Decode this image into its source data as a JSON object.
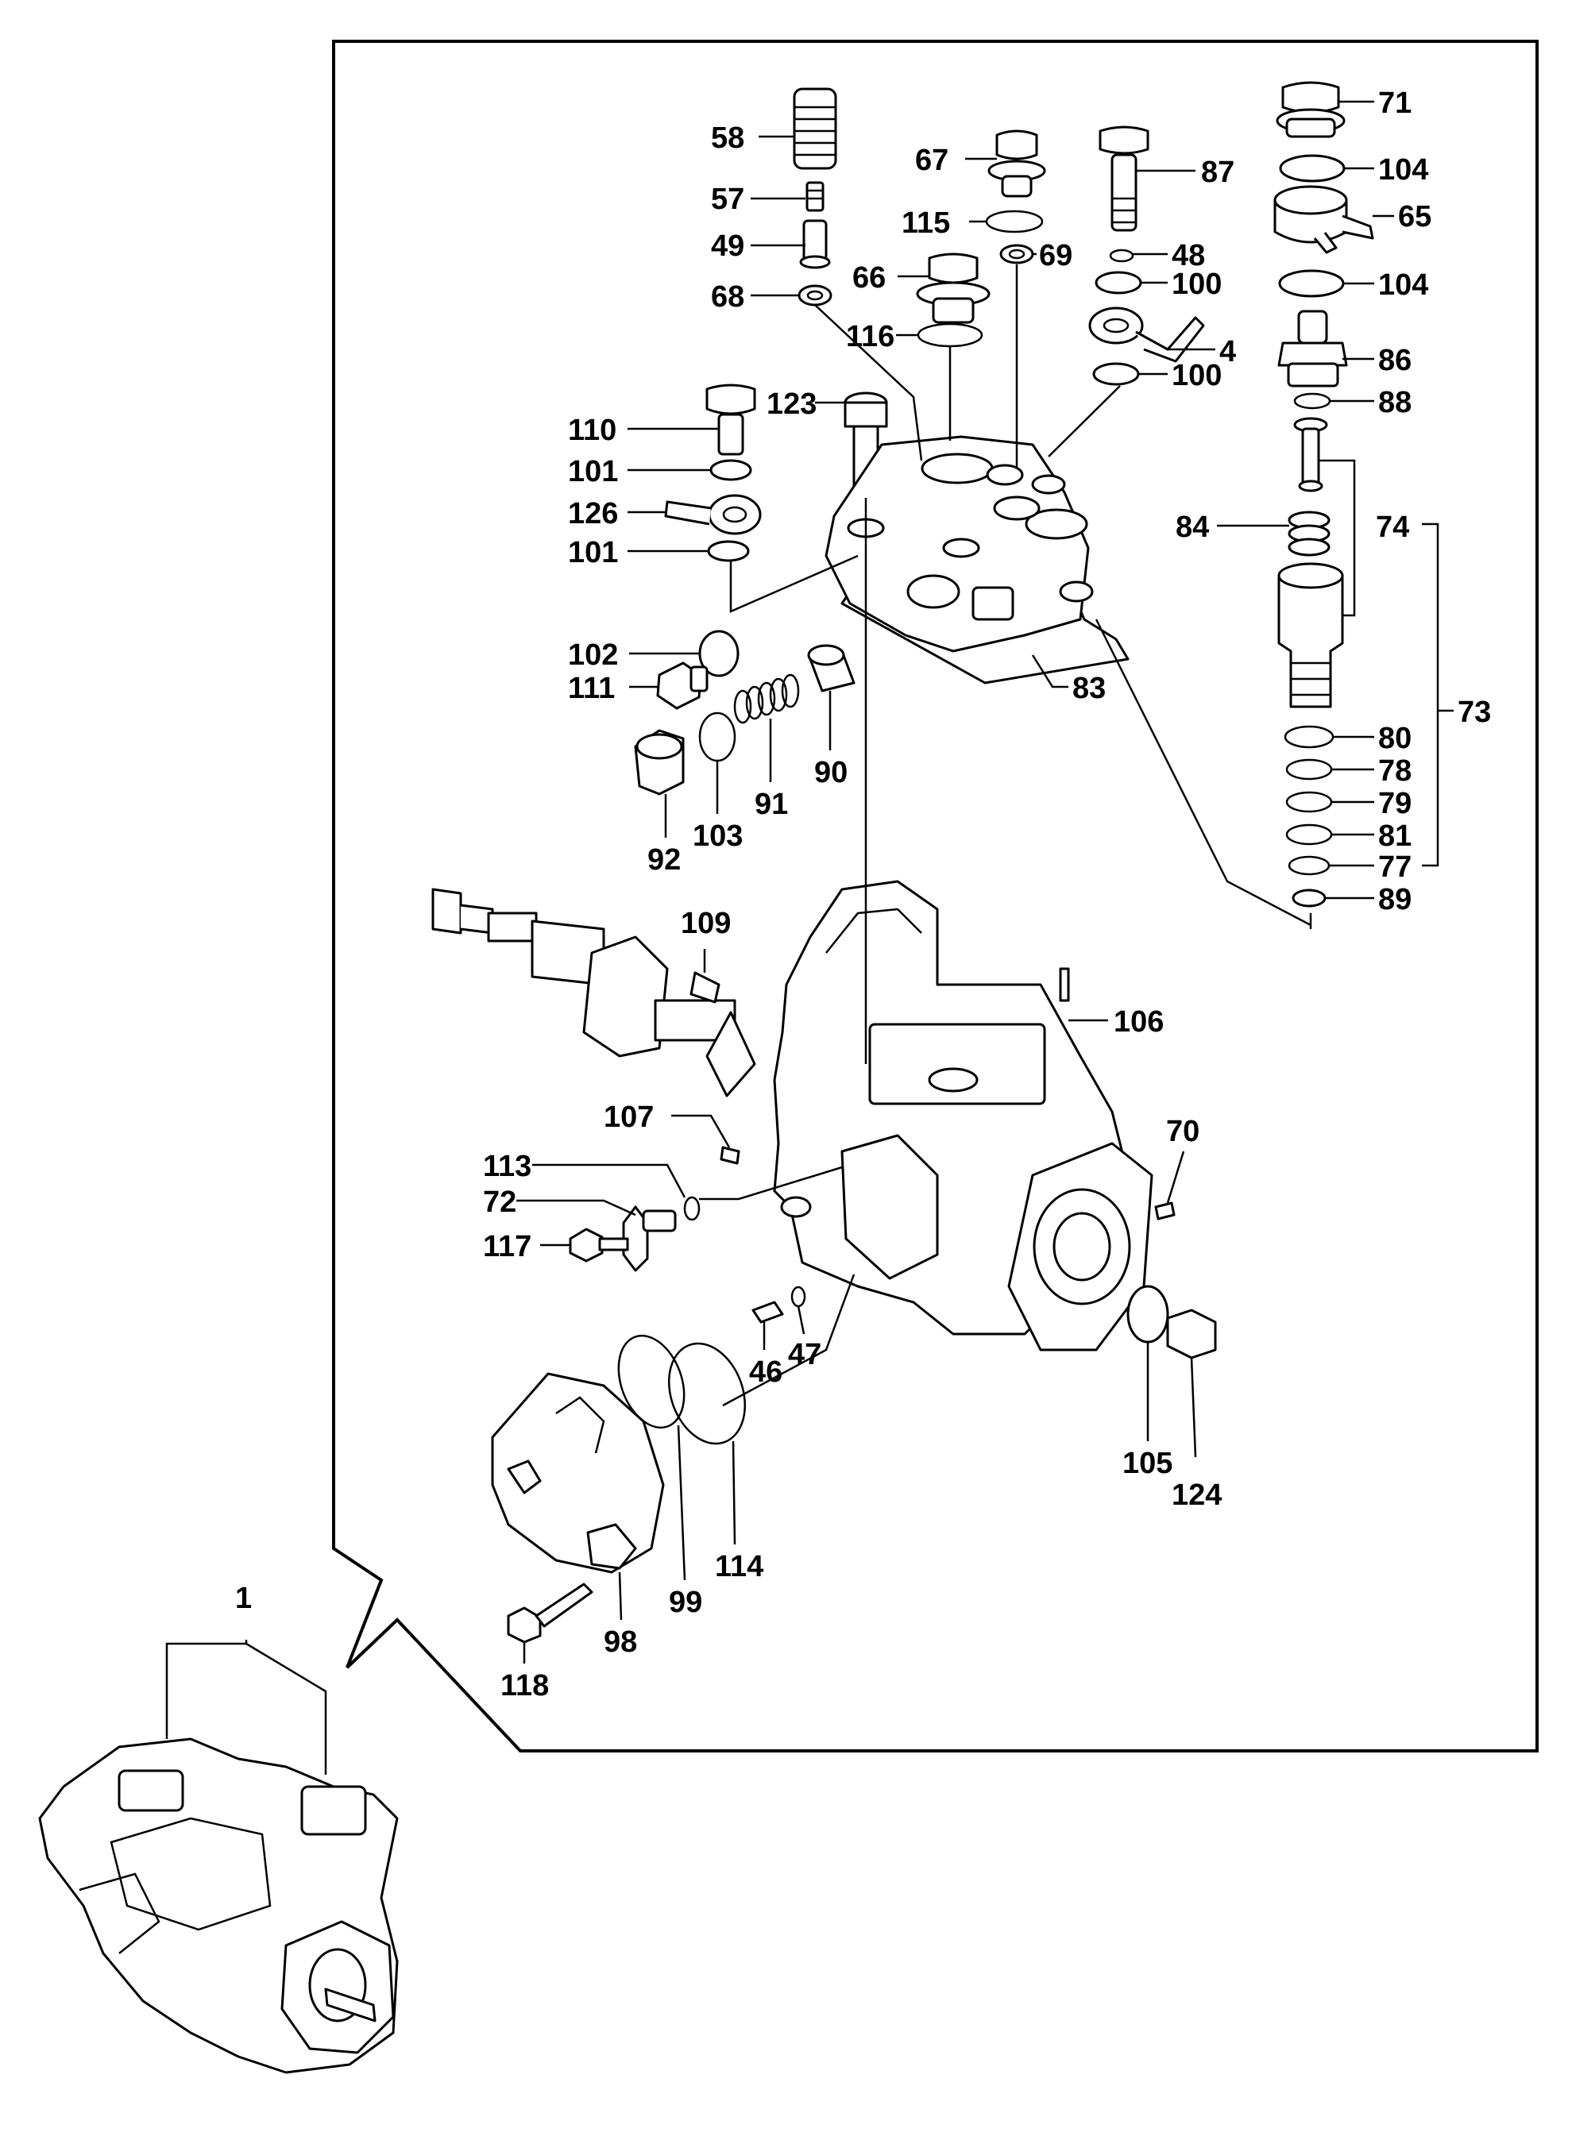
{
  "callouts": {
    "c1": "1",
    "c4": "4",
    "c46": "46",
    "c47": "47",
    "c48": "48",
    "c49": "49",
    "c57": "57",
    "c58": "58",
    "c65": "65",
    "c66": "66",
    "c67": "67",
    "c68": "68",
    "c69": "69",
    "c70": "70",
    "c71": "71",
    "c72": "72",
    "c73": "73",
    "c74": "74",
    "c77": "77",
    "c78": "78",
    "c79": "79",
    "c80": "80",
    "c81": "81",
    "c83": "83",
    "c84": "84",
    "c86": "86",
    "c87": "87",
    "c88": "88",
    "c89": "89",
    "c90": "90",
    "c91": "91",
    "c92": "92",
    "c98": "98",
    "c99": "99",
    "c100a": "100",
    "c100b": "100",
    "c101a": "101",
    "c101b": "101",
    "c102": "102",
    "c103": "103",
    "c104a": "104",
    "c104b": "104",
    "c105": "105",
    "c106": "106",
    "c107": "107",
    "c109": "109",
    "c110": "110",
    "c111": "111",
    "c113": "113",
    "c114": "114",
    "c115": "115",
    "c116": "116",
    "c117": "117",
    "c118": "118",
    "c123": "123",
    "c124": "124",
    "c126": "126"
  }
}
